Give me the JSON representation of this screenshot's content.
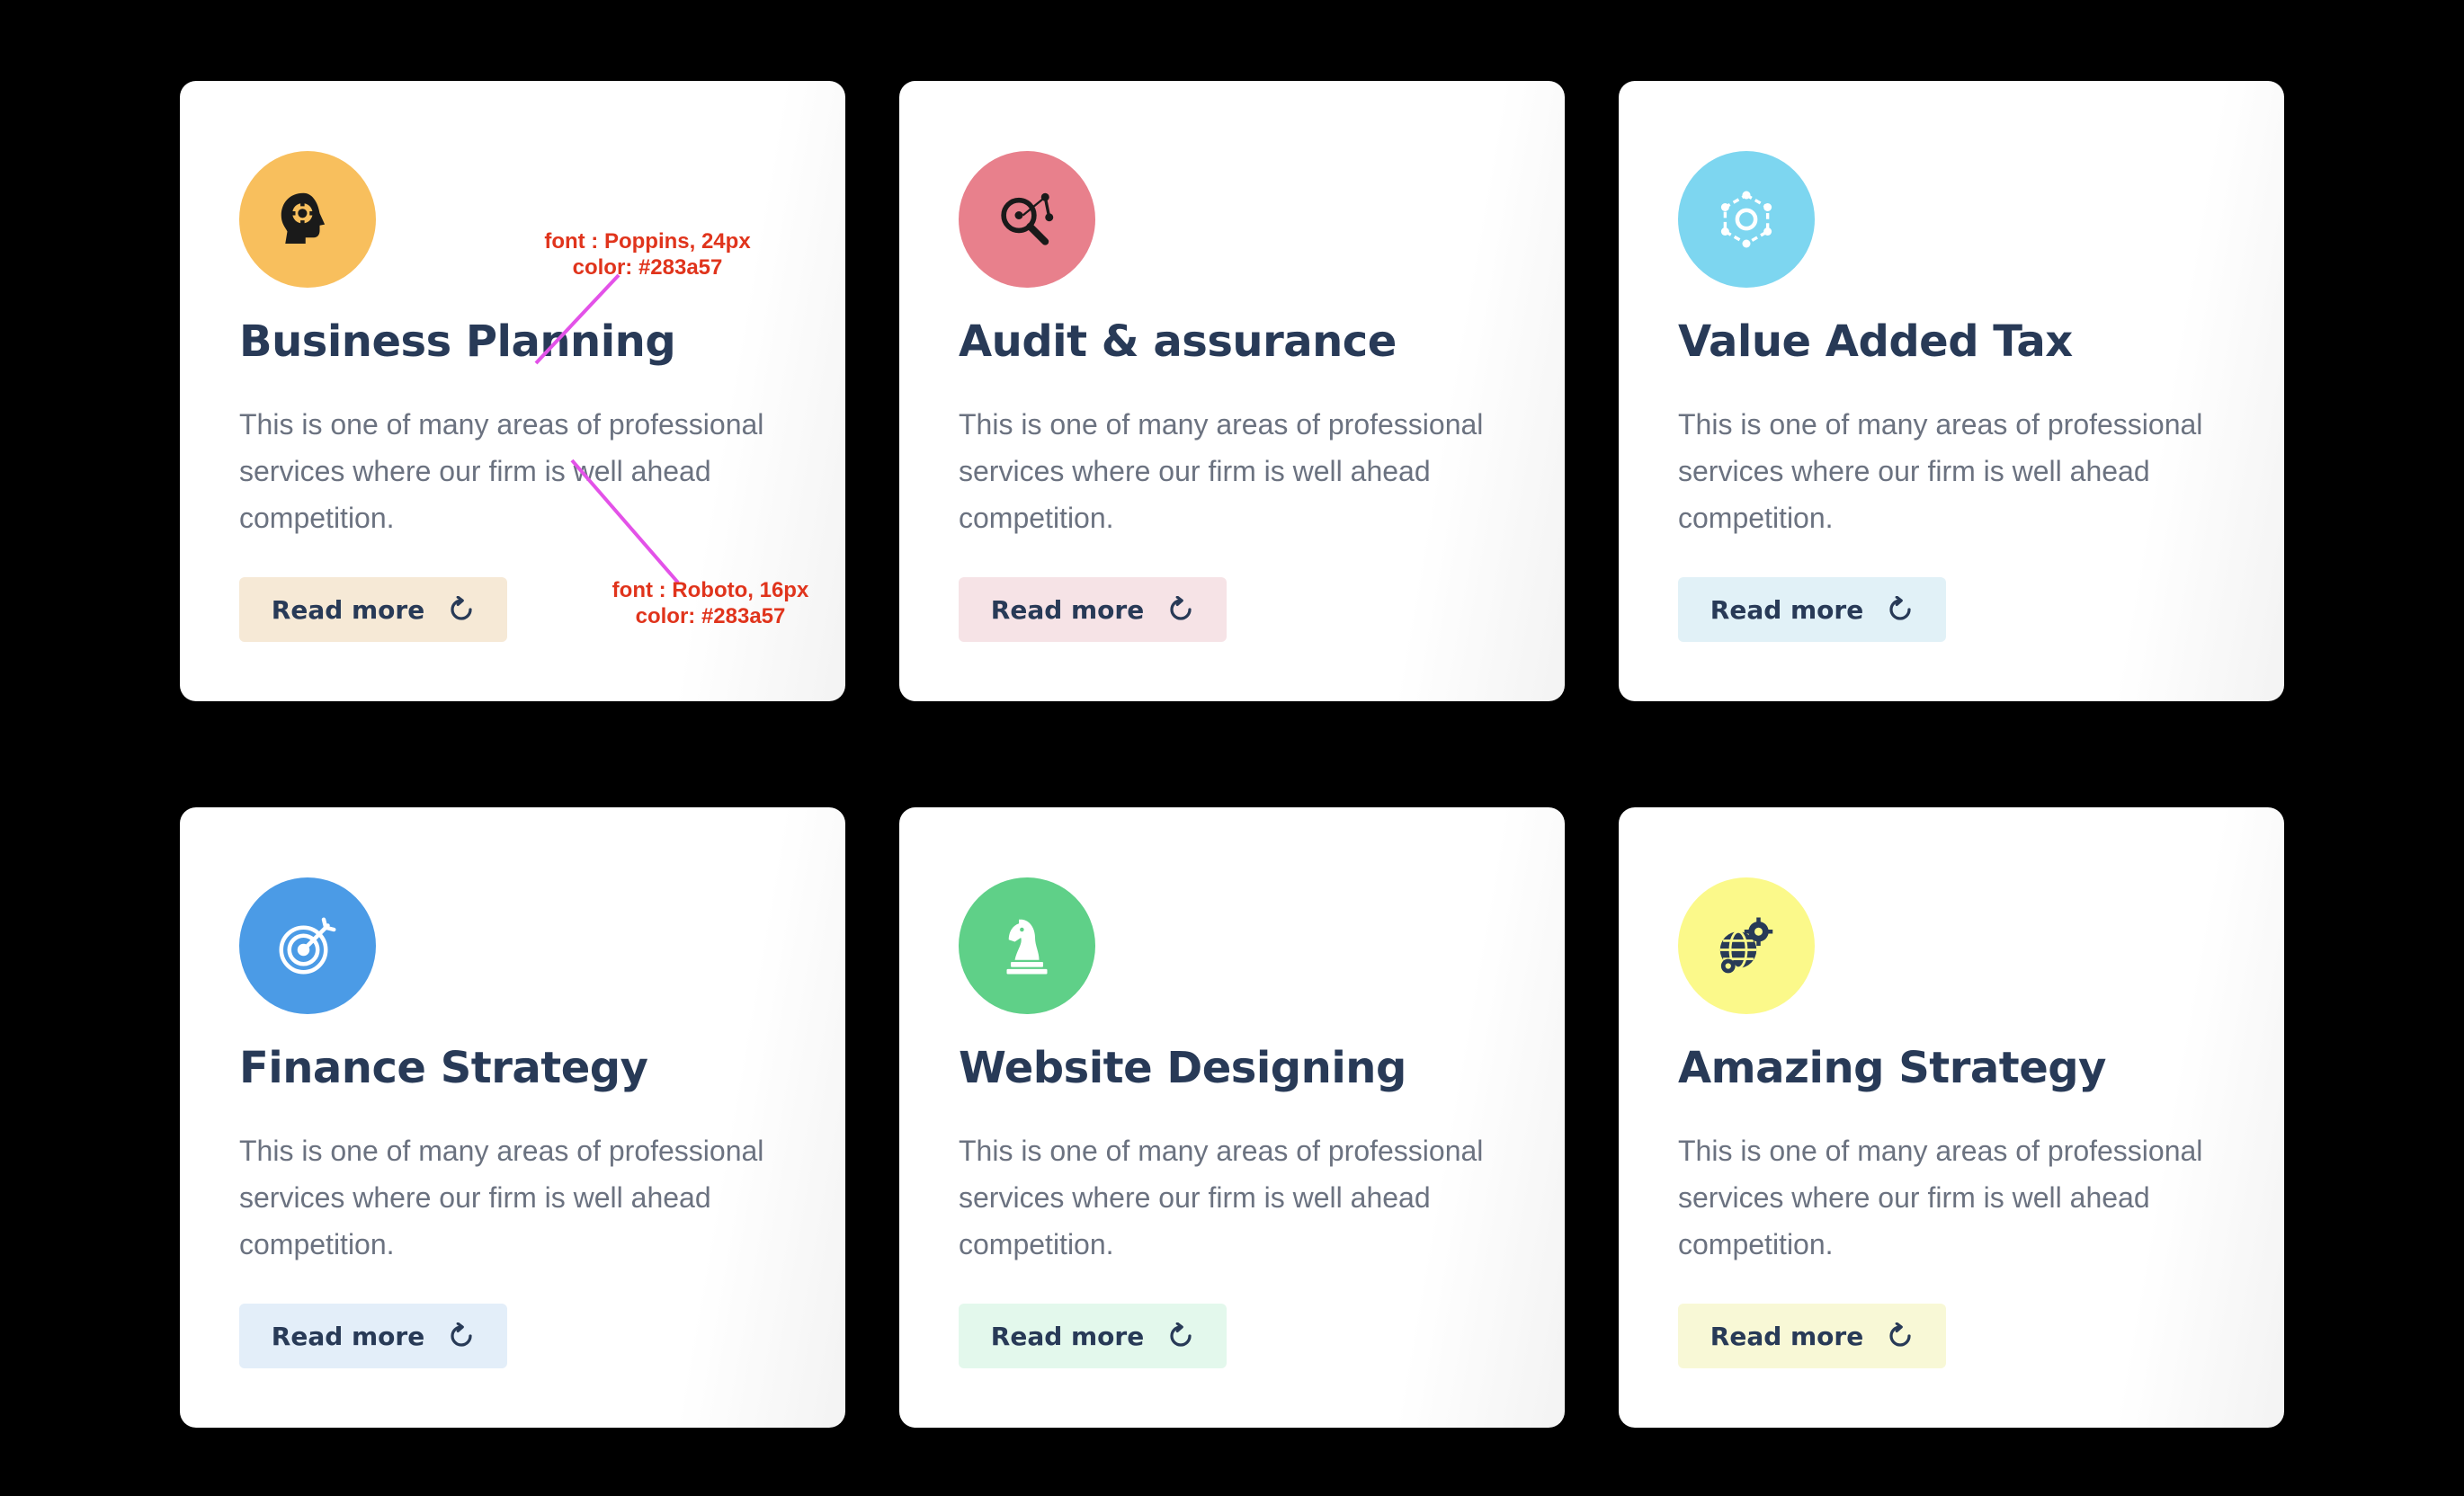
{
  "cards": [
    {
      "title": "Business Planning",
      "description": "This is one of many areas of professional services where our firm is well ahead competition.",
      "button_label": "Read more",
      "icon": "head-gear-icon",
      "icon_bg": "#f8bf5d",
      "button_bg": "#f6e9d6"
    },
    {
      "title": "Audit & assurance",
      "description": "This is one of many areas of professional services where our firm is well ahead competition.",
      "button_label": "Read more",
      "icon": "magnifier-analytics-icon",
      "icon_bg": "#e8808c",
      "button_bg": "#f6e3e6"
    },
    {
      "title": "Value Added Tax",
      "description": "This is one of many areas of professional services where our firm is well ahead competition.",
      "button_label": "Read more",
      "icon": "hexagon-network-icon",
      "icon_bg": "#7dd6f0",
      "button_bg": "#e1f1f7"
    },
    {
      "title": "Finance Strategy",
      "description": "This is one of many areas of professional services where our firm is well ahead competition.",
      "button_label": "Read more",
      "icon": "target-arrow-icon",
      "icon_bg": "#4b9be6",
      "button_bg": "#e3eef9"
    },
    {
      "title": "Website Designing",
      "description": "This is one of many areas of professional services where our firm is well ahead competition.",
      "button_label": "Read more",
      "icon": "chess-knight-icon",
      "icon_bg": "#5fd088",
      "button_bg": "#e3f8ec"
    },
    {
      "title": "Amazing Strategy",
      "description": "This is one of many areas of professional services where our firm is well ahead competition.",
      "button_label": "Read more",
      "icon": "globe-gears-icon",
      "icon_bg": "#fbf98a",
      "button_bg": "#f8f8d6"
    }
  ],
  "annotations": {
    "title_note_line1": "font : Poppins, 24px",
    "title_note_line2": "color: #283a57",
    "desc_note_line1": "font : Roboto, 16px",
    "desc_note_line2": "color: #283a57"
  },
  "colors": {
    "page_bg": "#000000",
    "card_bg": "#ffffff",
    "title_text": "#283a57",
    "body_text": "#6b7280",
    "annotation_text": "#e0341c",
    "annotation_line": "#e352e8"
  }
}
